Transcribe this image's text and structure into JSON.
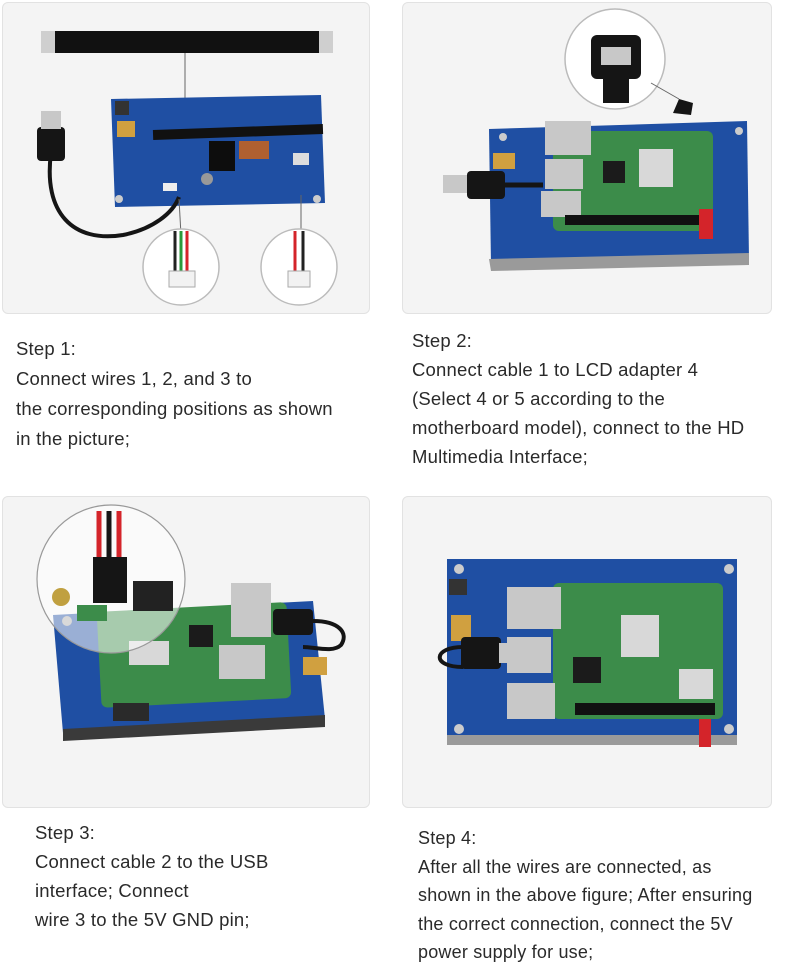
{
  "steps": [
    {
      "title": "Step 1:",
      "lines": [
        "Connect wires 1, 2, and 3 to",
        "the corresponding positions as shown",
        "in the picture;"
      ]
    },
    {
      "title": "Step 2:",
      "lines": [
        "Connect cable 1 to LCD adapter 4",
        "(Select 4 or 5 according to the",
        "motherboard model), connect to the HD",
        "Multimedia Interface;"
      ]
    },
    {
      "title": "Step 3:",
      "lines": [
        "Connect cable 2 to the USB",
        "interface; Connect",
        "wire 3 to the 5V GND pin;"
      ]
    },
    {
      "title": "Step 4:",
      "lines": [
        "After all the wires are connected, as",
        "shown in the above figure; After ensuring",
        "the correct connection, connect the 5V",
        "power supply for use;"
      ]
    }
  ],
  "colors": {
    "board_blue": "#1f4fa3",
    "pi_green": "#3c8c4a",
    "metal": "#c8c8c8",
    "cable_black": "#151515",
    "wire_red": "#d4242a"
  },
  "icons": [
    "usb-cable-illustration",
    "ribbon-cable-illustration",
    "board-illustration",
    "connector-zoom-illustration"
  ]
}
